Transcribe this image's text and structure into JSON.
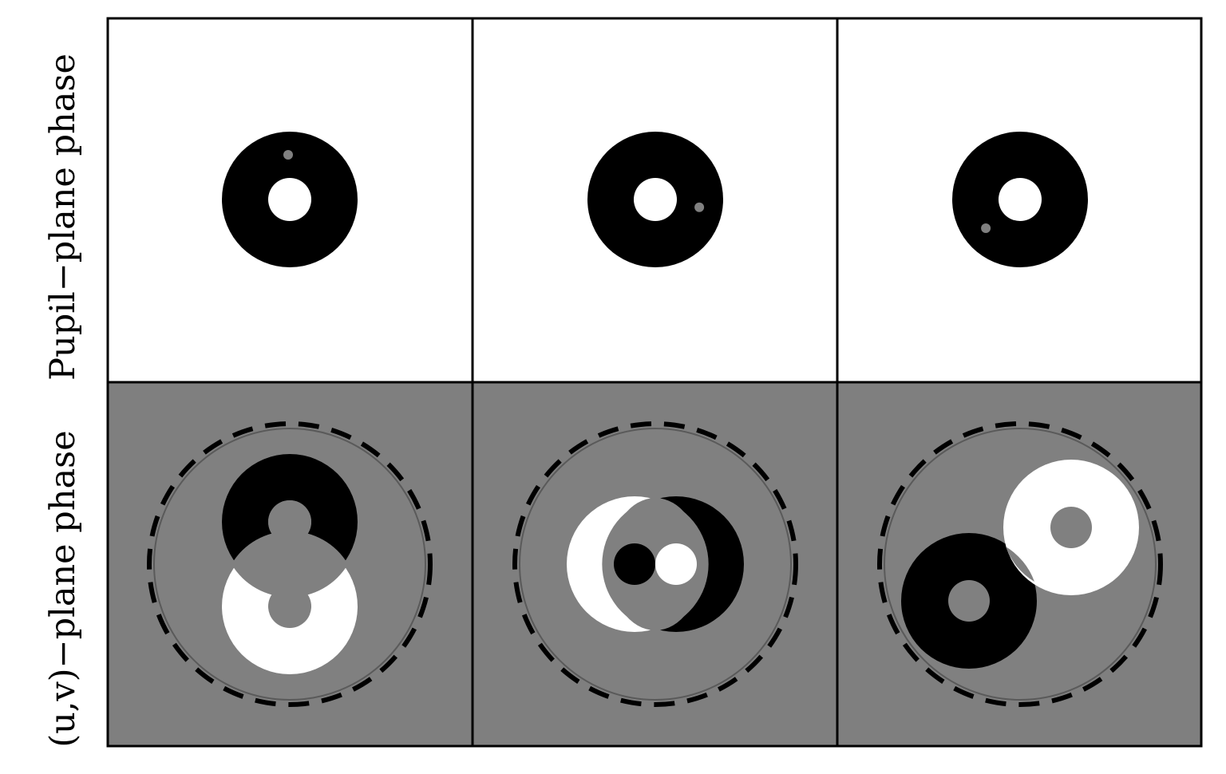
{
  "row_labels": {
    "top": "Pupil−plane phase",
    "bottom": "(u,v)−plane phase"
  },
  "colors": {
    "background_top": "#ffffff",
    "background_bottom": "#7f7f7f",
    "annulus": "#000000",
    "positive": "#ffffff",
    "negative": "#000000",
    "hole_marker": "#808080",
    "panel_border": "#000000"
  },
  "panels": [
    {
      "column": 1,
      "pupil_hole_angle_deg": 92
    },
    {
      "column": 2,
      "pupil_hole_angle_deg": -10
    },
    {
      "column": 3,
      "pupil_hole_angle_deg": -140
    }
  ]
}
